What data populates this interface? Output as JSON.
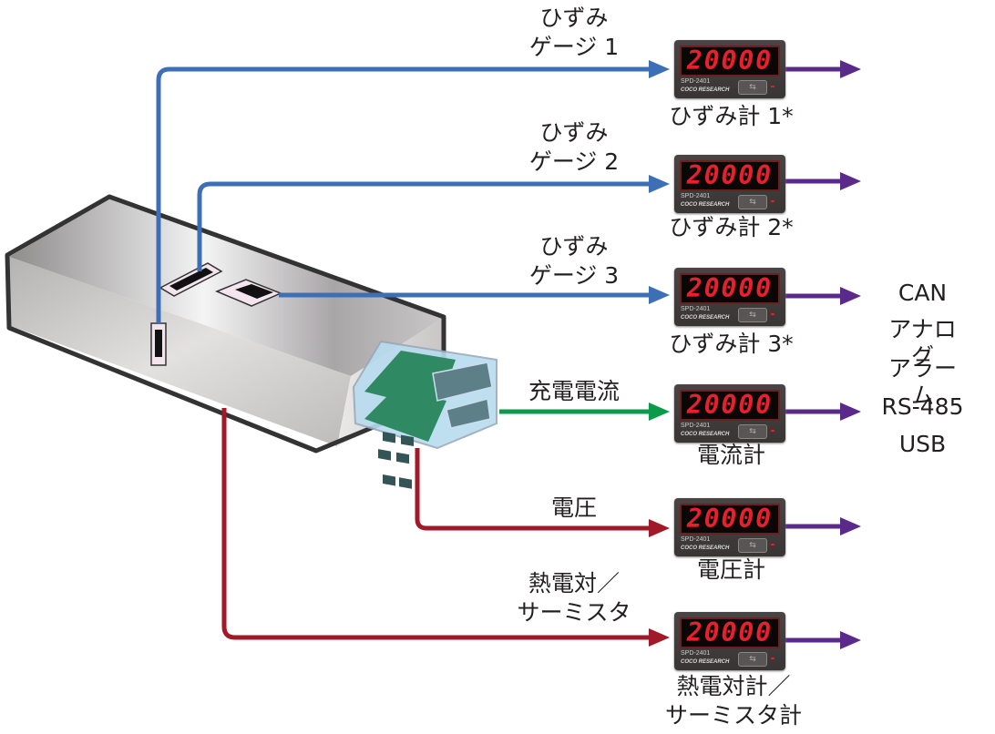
{
  "colors": {
    "strain_line": "#3d6fb6",
    "current_line": "#0a9a4a",
    "voltage_line": "#a01a2a",
    "output_line": "#5a2a8a",
    "meter_digits": "#e8202e"
  },
  "inputs": [
    {
      "id": "strain1",
      "label_line1": "ひずみ",
      "label_line2": "ゲージ 1",
      "line": "strain"
    },
    {
      "id": "strain2",
      "label_line1": "ひずみ",
      "label_line2": "ゲージ 2",
      "line": "strain"
    },
    {
      "id": "strain3",
      "label_line1": "ひずみ",
      "label_line2": "ゲージ 3",
      "line": "strain"
    },
    {
      "id": "current",
      "label_line1": "充電電流",
      "label_line2": "",
      "line": "current"
    },
    {
      "id": "voltage",
      "label_line1": "電圧",
      "label_line2": "",
      "line": "voltage"
    },
    {
      "id": "thermo",
      "label_line1": "熱電対／",
      "label_line2": "サーミスタ",
      "line": "voltage"
    }
  ],
  "meters": [
    {
      "display": "20000",
      "model": "SPD-2401",
      "brand": "COCO RESEARCH",
      "label_line1": "ひずみ計 1*",
      "label_line2": ""
    },
    {
      "display": "20000",
      "model": "SPD-2401",
      "brand": "COCO RESEARCH",
      "label_line1": "ひずみ計 2*",
      "label_line2": ""
    },
    {
      "display": "20000",
      "model": "SPD-2401",
      "brand": "COCO RESEARCH",
      "label_line1": "ひずみ計 3*",
      "label_line2": ""
    },
    {
      "display": "20000",
      "model": "SPD-2401",
      "brand": "COCO RESEARCH",
      "label_line1": "電流計",
      "label_line2": ""
    },
    {
      "display": "20000",
      "model": "SPD-2401",
      "brand": "COCO RESEARCH",
      "label_line1": "電圧計",
      "label_line2": ""
    },
    {
      "display": "20000",
      "model": "SPD-2401",
      "brand": "COCO RESEARCH",
      "label_line1": "熱電対計／",
      "label_line2": "サーミスタ計"
    }
  ],
  "outputs": [
    "CAN",
    "アナログ",
    "アラーム",
    "RS-485",
    "USB"
  ],
  "icons": {
    "usb": "usb-icon"
  }
}
